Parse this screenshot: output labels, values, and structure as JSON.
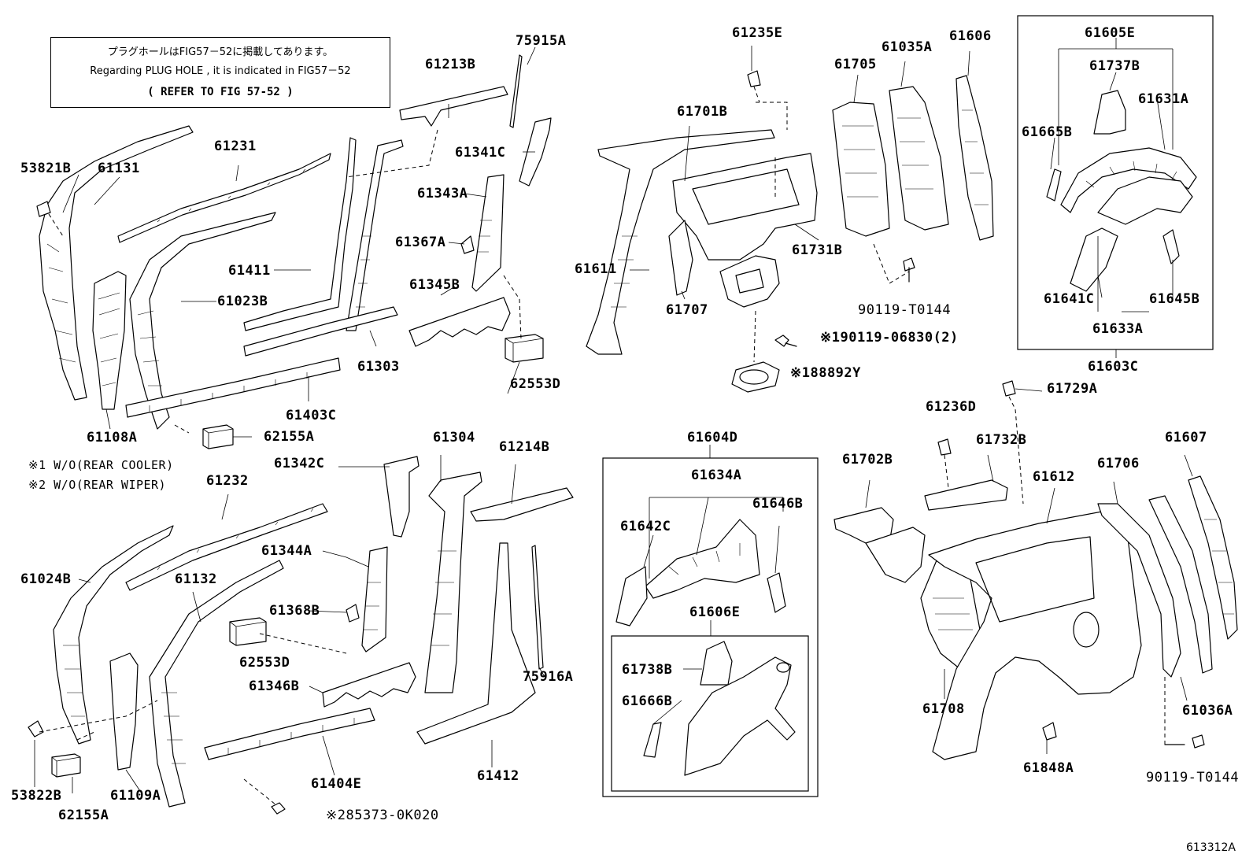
{
  "note_box": {
    "line1": "プラグホールはFIG57－52に掲載してあります。",
    "line2": "Regarding PLUG HOLE , it is indicated in FIG57－52",
    "line3": "(   REFER TO FIG 57-52 )"
  },
  "footnotes": {
    "n1": "※1 W/O(REAR COOLER)",
    "n2": "※2 W/O(REAR WIPER)"
  },
  "figure_id": "613312A",
  "labels": {
    "l_53821B": "53821B",
    "l_61131": "61131",
    "l_61231": "61231",
    "l_61213B": "61213B",
    "l_75915A": "75915A",
    "l_61341C": "61341C",
    "l_61343A": "61343A",
    "l_61367A": "61367A",
    "l_61345B": "61345B",
    "l_61411": "61411",
    "l_61023B": "61023B",
    "l_61303": "61303",
    "l_62553D_top": "62553D",
    "l_61403C": "61403C",
    "l_61108A": "61108A",
    "l_62155A_top": "62155A",
    "l_61235E": "61235E",
    "l_61701B": "61701B",
    "l_61705": "61705",
    "l_61035A": "61035A",
    "l_61606": "61606",
    "l_61611": "61611",
    "l_61731B": "61731B",
    "l_61707": "61707",
    "l_90119_T0144_top": "90119-T0144",
    "l_90119_06830": "※190119-06830(2)",
    "l_188892Y": "※188892Y",
    "l_61605E": "61605E",
    "l_61737B": "61737B",
    "l_61631A": "61631A",
    "l_61665B": "61665B",
    "l_61641C": "61641C",
    "l_61645B": "61645B",
    "l_61633A": "61633A",
    "l_61603C": "61603C",
    "l_61232": "61232",
    "l_61342C": "61342C",
    "l_61304": "61304",
    "l_61214B": "61214B",
    "l_61024B": "61024B",
    "l_61132": "61132",
    "l_61344A": "61344A",
    "l_61368B": "61368B",
    "l_62553D_bot": "62553D",
    "l_61346B": "61346B",
    "l_75916A": "75916A",
    "l_53822B": "53822B",
    "l_62155A_bot": "62155A",
    "l_61109A": "61109A",
    "l_61404E": "61404E",
    "l_61412": "61412",
    "l_85373": "※285373-0K020",
    "l_61604D": "61604D",
    "l_61634A": "61634A",
    "l_61642C": "61642C",
    "l_61646B": "61646B",
    "l_61606E": "61606E",
    "l_61738B": "61738B",
    "l_61666B": "61666B",
    "l_61236D": "61236D",
    "l_61729A": "61729A",
    "l_61732B": "61732B",
    "l_61702B": "61702B",
    "l_61612": "61612",
    "l_61706": "61706",
    "l_61607": "61607",
    "l_61708": "61708",
    "l_61848A": "61848A",
    "l_61036A": "61036A",
    "l_90119_T0144_bot": "90119-T0144"
  }
}
